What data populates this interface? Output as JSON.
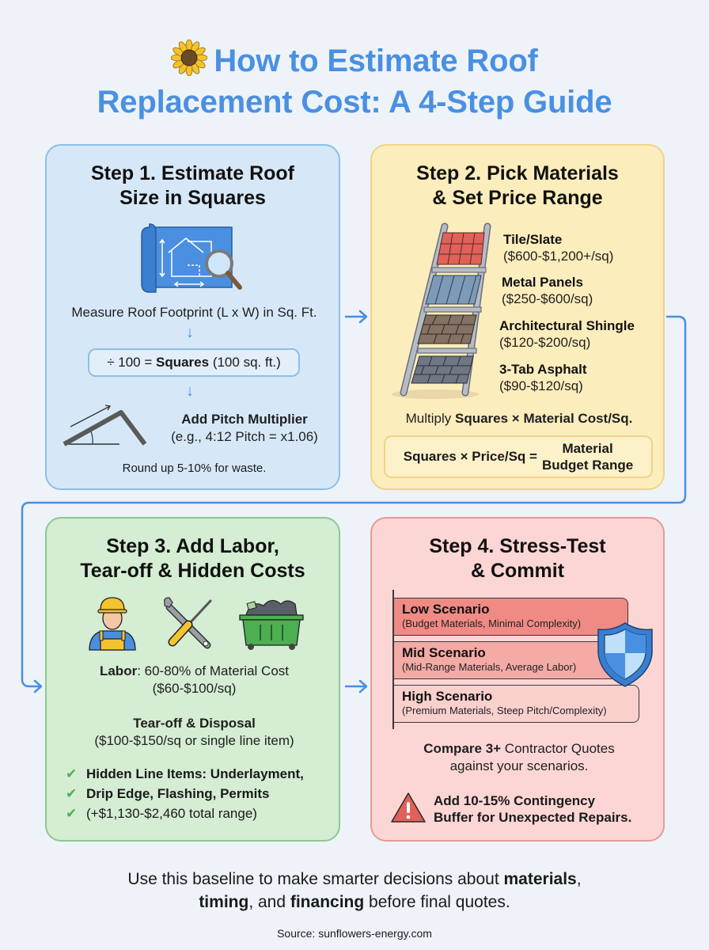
{
  "title": {
    "line1": "How to Estimate Roof",
    "line2": "Replacement Cost: A 4-Step Guide",
    "icon": "sunflower-icon"
  },
  "colors": {
    "title_blue": "#4a90e2",
    "step1_bg": "#d6e8f8",
    "step2_bg": "#fcedbc",
    "step3_bg": "#d4edd3",
    "step4_bg": "#fbd6d4",
    "connector": "#4a90e2"
  },
  "step1": {
    "heading_line1": "Step 1. Estimate Roof",
    "heading_line2": "Size in Squares",
    "icon": "blueprint-magnifier-icon",
    "measure": "Measure Roof Footprint (L x W) in Sq. Ft.",
    "divide_prefix": "÷ 100 = ",
    "divide_bold": "Squares",
    "divide_suffix": " (100 sq. ft.)",
    "pitch_title": "Add Pitch Multiplier",
    "pitch_example": "(e.g., 4:12 Pitch = x1.06)",
    "waste": "Round up 5-10% for waste."
  },
  "step2": {
    "heading_line1": "Step 2. Pick Materials",
    "heading_line2": "& Set Price Range",
    "icon": "material-ladder-icon",
    "materials": [
      {
        "name": "Tile/Slate",
        "price": "($600-$1,200+/sq)"
      },
      {
        "name": "Metal Panels",
        "price": "($250-$600/sq)"
      },
      {
        "name": "Architectural Shingle",
        "price": "($120-$200/sq)"
      },
      {
        "name": "3-Tab Asphalt",
        "price": "($90-$120/sq)"
      }
    ],
    "multiply_prefix": "Multiply ",
    "multiply_bold": "Squares × Material Cost/Sq.",
    "formula_left": "Squares × Price/Sq =",
    "formula_right_line1": "Material",
    "formula_right_line2": "Budget Range"
  },
  "step3": {
    "heading_line1": "Step 3. Add Labor,",
    "heading_line2": "Tear-off & Hidden Costs",
    "icons": [
      "worker-icon",
      "tools-icon",
      "dumpster-icon"
    ],
    "labor_bold": "Labor",
    "labor_text": ": 60-80% of Material Cost",
    "labor_price": "($60-$100/sq)",
    "tearoff_title": "Tear-off & Disposal",
    "tearoff_price": "($100-$150/sq or single line item)",
    "checklist": [
      {
        "text": "Hidden Line Items: Underlayment,",
        "bold": true
      },
      {
        "text": "Drip Edge, Flashing, Permits",
        "bold": true
      },
      {
        "text": "(+$1,130-$2,460 total range)",
        "bold": false
      }
    ]
  },
  "step4": {
    "heading_line1": "Step 4. Stress-Test",
    "heading_line2": "& Commit",
    "scenarios": [
      {
        "name": "Low Scenario",
        "desc": "(Budget Materials, Minimal Complexity)"
      },
      {
        "name": "Mid Scenario",
        "desc": "(Mid-Range Materials, Average Labor)"
      },
      {
        "name": "High Scenario",
        "desc": "(Premium Materials, Steep Pitch/Complexity)"
      }
    ],
    "shield_icon": "shield-icon",
    "compare_bold": "Compare 3+",
    "compare_text": " Contractor Quotes",
    "compare_line2": "against your scenarios.",
    "warning_icon": "warning-icon",
    "contingency_line1": "Add 10-15% Contingency",
    "contingency_line2": "Buffer for Unexpected Repairs."
  },
  "footer": {
    "p1": "Use this baseline to make smarter decisions about ",
    "b1": "materials",
    "p2": ",",
    "b2": "timing",
    "p3": ", and ",
    "b3": "financing",
    "p4": " before final quotes.",
    "source": "Source: sunflowers-energy.com"
  }
}
